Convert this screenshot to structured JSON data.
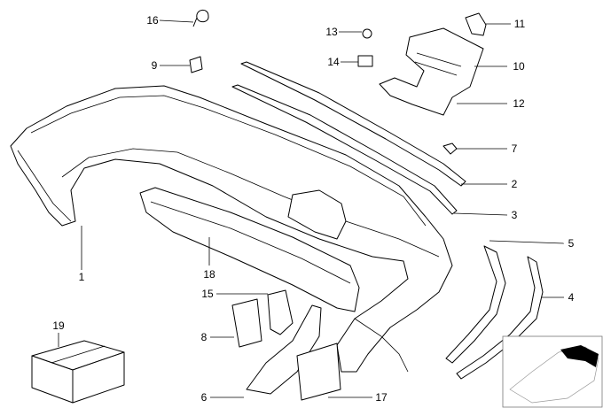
{
  "diagram": {
    "title": "Rear bumper trim panel parts diagram",
    "callouts": [
      {
        "id": "c16",
        "label": "16"
      },
      {
        "id": "c9",
        "label": "9"
      },
      {
        "id": "c13",
        "label": "13"
      },
      {
        "id": "c14",
        "label": "14"
      },
      {
        "id": "c11",
        "label": "11"
      },
      {
        "id": "c10",
        "label": "10"
      },
      {
        "id": "c12",
        "label": "12"
      },
      {
        "id": "c7",
        "label": "7"
      },
      {
        "id": "c2",
        "label": "2"
      },
      {
        "id": "c3",
        "label": "3"
      },
      {
        "id": "c5",
        "label": "5"
      },
      {
        "id": "c4",
        "label": "4"
      },
      {
        "id": "c1",
        "label": "1"
      },
      {
        "id": "c18",
        "label": "18"
      },
      {
        "id": "c15",
        "label": "15"
      },
      {
        "id": "c8",
        "label": "8"
      },
      {
        "id": "c19",
        "label": "19"
      },
      {
        "id": "c6",
        "label": "6"
      },
      {
        "id": "c17",
        "label": "17"
      }
    ],
    "thumbnail": {
      "name": "vehicle-location-thumbnail"
    }
  }
}
